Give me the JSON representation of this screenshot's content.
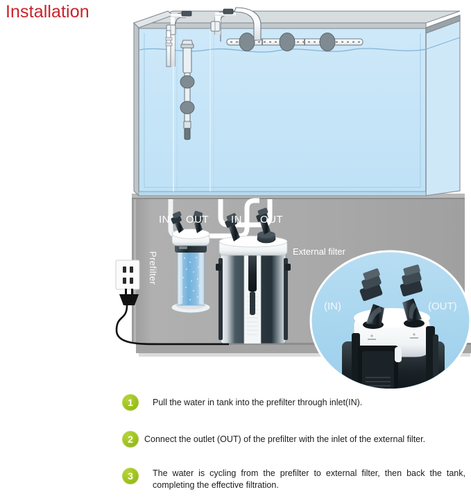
{
  "title": "Installation",
  "colors": {
    "title_red": "#cc2229",
    "water_blue": "#c5e4f7",
    "cabinet_gray": "#a8a8a8",
    "inset_blue": "#a7d4ee",
    "badge_green": "#9bc219",
    "outline_gray": "#6e7a80",
    "text_white": "#ffffff",
    "text_black": "#1c1c1c"
  },
  "diagram": {
    "labels": {
      "in_1": "IN",
      "out_1": "OUT",
      "in_2": "IN",
      "out_2": "OUT",
      "prefilter": "Prefilter",
      "external_filter": "External filter",
      "inset_in": "(IN)",
      "inset_out": "(OUT)"
    },
    "parts": {
      "tank": "aquarium-tank",
      "spray_bar": "spray-bar",
      "intake_strainer": "intake-strainer",
      "power_outlet": "wall-power-outlet",
      "power_plug": "power-plug",
      "prefilter_canister": "prefilter-canister",
      "external_filter_canister": "external-filter-canister",
      "inset_detail": "filter-head-detail-inset"
    }
  },
  "steps": [
    {
      "number": "1",
      "text": "Pull the water in tank into the prefilter through inlet(IN)."
    },
    {
      "number": "2",
      "text": "Connect the outlet (OUT) of the prefilter with the inlet of the external filter."
    },
    {
      "number": "3",
      "text": "The water is cycling from the prefilter to external filter, then back the tank, completing the effective filtration."
    }
  ]
}
